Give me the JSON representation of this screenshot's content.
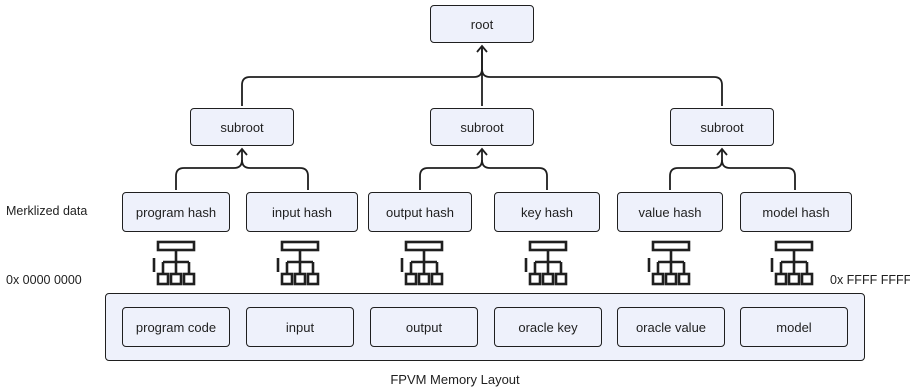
{
  "tree": {
    "root": "root",
    "subroots": [
      "subroot",
      "subroot",
      "subroot"
    ]
  },
  "merklized_label": "Merklized data",
  "hashes": [
    "program hash",
    "input hash",
    "output hash",
    "key hash",
    "value hash",
    "model hash"
  ],
  "memory": {
    "start_address": "0x 0000 0000",
    "end_address": "0x FFFF FFFF",
    "regions": [
      "program code",
      "input",
      "output",
      "oracle key",
      "oracle value",
      "model"
    ],
    "caption": "FPVM Memory Layout"
  }
}
